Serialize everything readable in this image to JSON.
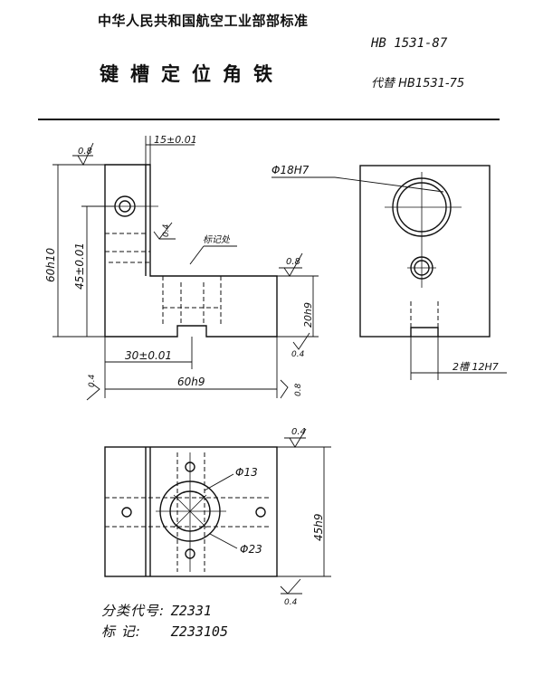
{
  "header": {
    "organization": "中华人民共和国航空工业部部标准",
    "standard_no": "HB 1531-87",
    "title": "键槽定位角铁",
    "replaces": "代替 HB1531-75"
  },
  "drawing": {
    "dims": {
      "top_width": "15±0.01",
      "height_total": "60h10",
      "height_hole": "45±0.01",
      "roughness_top": "0.8",
      "roughness_04_a": "0.4",
      "note_mark": "标记处",
      "roughness_right": "0.8",
      "height_base": "20h9",
      "roughness_04_b": "0.4",
      "offset_hole": "30±0.01",
      "roughness_04_left": "0.4",
      "width_base": "60h9",
      "roughness_08_bottom": "0.8",
      "bore_dia": "Φ18H7",
      "slot": "2槽 12H7",
      "plan_roughness_top": "0.4",
      "plan_dia_small": "Φ13",
      "plan_dia_large": "Φ23",
      "plan_height": "45h9",
      "plan_roughness_bottom": "0.4"
    }
  },
  "footer": {
    "class_label": "分类代号:",
    "class_code": "Z2331",
    "mark_label": "标   记:",
    "mark_code": "Z233105"
  }
}
